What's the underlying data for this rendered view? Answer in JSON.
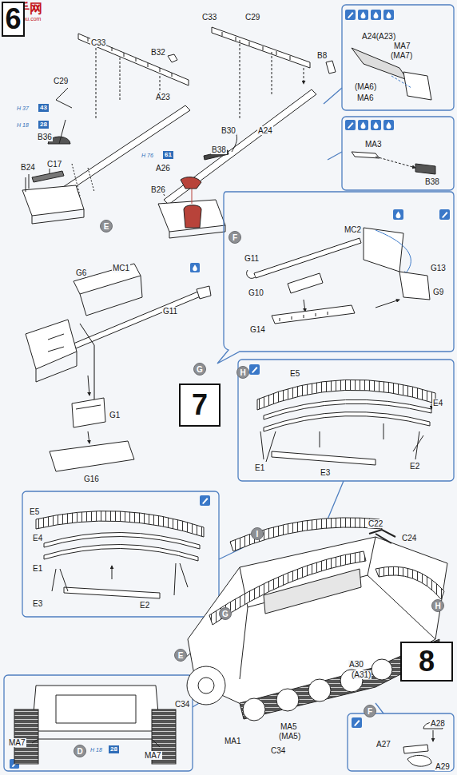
{
  "diagram": {
    "nodes": [
      {
        "text": [
          "6"
        ]
      },
      {
        "text": [
          "E"
        ]
      },
      {
        "text": [
          "F"
        ]
      },
      {
        "text": [
          "G"
        ]
      },
      {
        "text": [
          "7"
        ]
      },
      {
        "text": [
          "H"
        ]
      },
      {
        "text": [
          "I"
        ]
      },
      {
        "text": [
          "G"
        ]
      },
      {
        "text": [
          "H"
        ]
      },
      {
        "text": [
          "E"
        ]
      },
      {
        "text": [
          "F"
        ]
      },
      {
        "text": [
          "8"
        ]
      },
      {
        "text": [
          "D"
        ]
      }
    ],
    "labels": [
      "高手网",
      "gao-shou.com",
      "C33",
      "C29",
      "B32",
      "A23",
      "H 37",
      "43",
      "H 18",
      "28",
      "B36",
      "B24",
      "C17",
      "C33",
      "C29",
      "B8",
      "A24",
      "B30",
      "B38",
      "H 76",
      "61",
      "A26",
      "B26",
      "A24(A23)",
      "MA7",
      "(MA7)",
      "(MA6)",
      "MA6",
      "MA3",
      "B38",
      "G6",
      "MC1",
      "G11",
      "G1",
      "G16",
      "G11",
      "MC2",
      "G13",
      "G10",
      "G9",
      "G14",
      "E5",
      "E4",
      "E2",
      "E1",
      "E3",
      "E5",
      "E4",
      "E1",
      "E3",
      "E2",
      "C22",
      "C24",
      "C34",
      "A30",
      "(A31)",
      "MA5",
      "(MA5)",
      "MA1",
      "C34",
      "MA7",
      "H 18",
      "28",
      "MA7",
      "A28",
      "A27",
      "A29"
    ]
  }
}
